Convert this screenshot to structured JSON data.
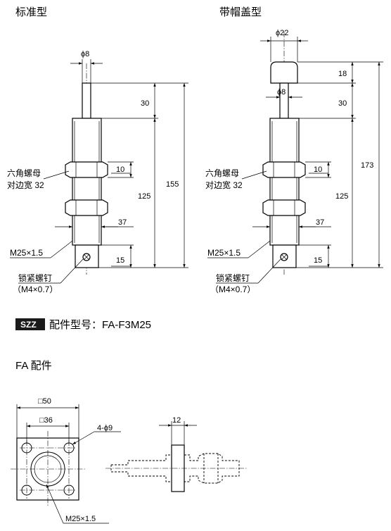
{
  "titles": {
    "standard": "标准型",
    "capped": "带帽盖型"
  },
  "standard": {
    "rod_dia": "ϕ8",
    "stroke": "30",
    "total": "155",
    "body_len": "125",
    "nut_thk": "10",
    "thread_len": "37",
    "end_len": "15",
    "hex_label_1": "六角螺母",
    "hex_label_2": "对边宽 32",
    "thread_label": "M25×1.5",
    "screw_label_1": "锁紧螺钉",
    "screw_label_2": "（M4×0.7）"
  },
  "capped": {
    "cap_dia": "ϕ22",
    "cap_h": "18",
    "rod_dia": "ϕ8",
    "stroke": "30",
    "total": "173",
    "body_len": "125",
    "nut_thk": "10",
    "thread_len": "37",
    "end_len": "15",
    "hex_label_1": "六角螺母",
    "hex_label_2": "对边宽 32",
    "thread_label": "M25×1.5",
    "screw_label_1": "锁紧螺钉",
    "screw_label_2": "（M4×0.7）"
  },
  "accessory": {
    "badge": "SZZ",
    "model_text": "配件型号：FA-F3M25"
  },
  "fa": {
    "title": "FA 配件",
    "outer": "□50",
    "inner": "□36",
    "holes": "4-ϕ9",
    "thread": "M25×1.5",
    "flange_thk": "12"
  }
}
